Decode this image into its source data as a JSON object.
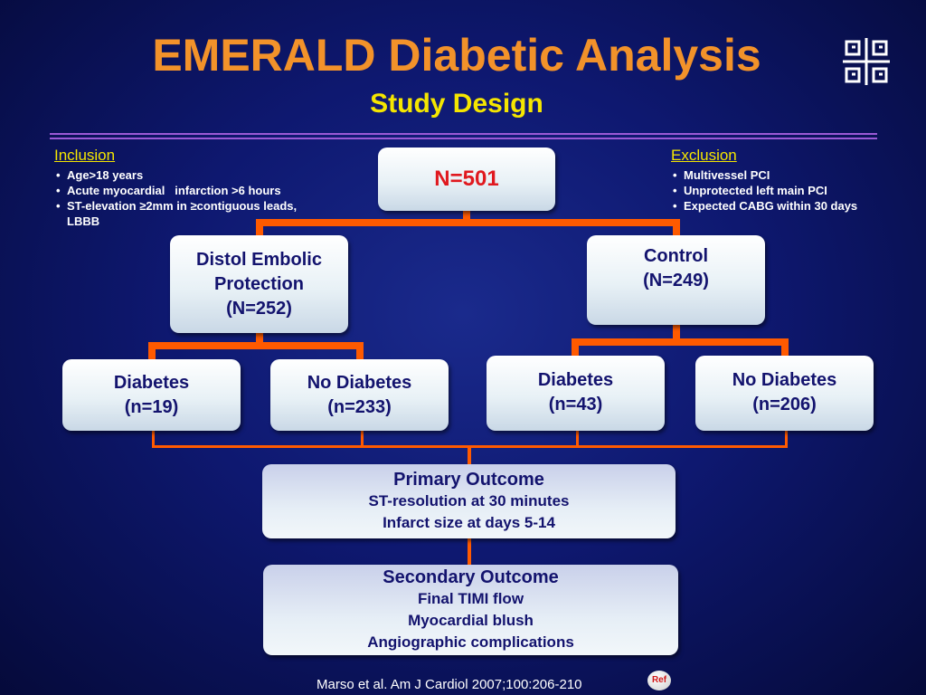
{
  "header": {
    "title": "EMERALD Diabetic Analysis",
    "subtitle": "Study Design"
  },
  "inclusion": {
    "heading": "Inclusion",
    "items": [
      "Age>18 years",
      "Acute myocardial   infarction >6 hours",
      "ST-elevation ≥2mm in ≥contiguous leads, LBBB"
    ]
  },
  "exclusion": {
    "heading": "Exclusion",
    "items": [
      "Multivessel PCI",
      "Unprotected left main PCI",
      "Expected CABG within 30 days"
    ]
  },
  "tree": {
    "total": "N=501",
    "protection": {
      "line1": "Distol Embolic",
      "line2": "Protection",
      "line3": "(N=252)"
    },
    "control": {
      "line1": "Control",
      "line2": "(N=249)"
    },
    "prot_diabetes": {
      "line1": "Diabetes",
      "line2": "(n=19)"
    },
    "prot_no_diabetes": {
      "line1": "No Diabetes",
      "line2": "(n=233)"
    },
    "ctrl_diabetes": {
      "line1": "Diabetes",
      "line2": "(n=43)"
    },
    "ctrl_no_diabetes": {
      "line1": "No Diabetes",
      "line2": "(n=206)"
    }
  },
  "primary": {
    "heading": "Primary Outcome",
    "items": [
      "ST-resolution at 30 minutes",
      "Infarct size at days 5-14"
    ]
  },
  "secondary": {
    "heading": "Secondary Outcome",
    "items": [
      "Final TIMI flow",
      "Myocardial blush",
      "Angiographic complications"
    ]
  },
  "footer": {
    "citation": "Marso et al. Am J Cardiol 2007;100:206-210",
    "ref_label": "Ref"
  },
  "colors": {
    "title": "#f2922a",
    "subtitle": "#f5e600",
    "connector": "#ff5a00",
    "box_text": "#13136e",
    "total_text": "#e0191f"
  }
}
